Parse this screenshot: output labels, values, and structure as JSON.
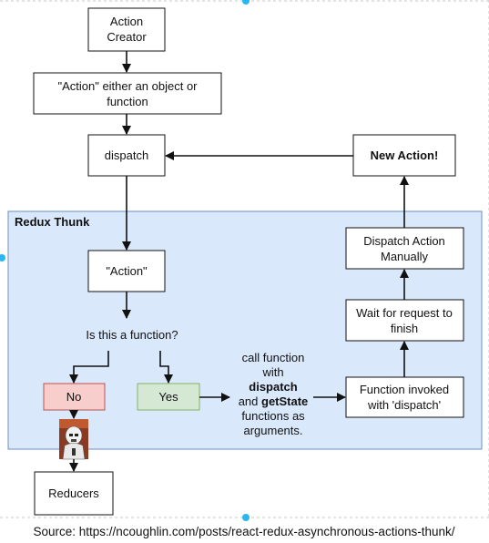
{
  "nodes": {
    "action_creator": [
      "Action",
      "Creator"
    ],
    "action_type": [
      "\"Action\" either an object or",
      "function"
    ],
    "dispatch": "dispatch",
    "new_action": "New Action!",
    "thunk_action": "\"Action\"",
    "question": "Is this a function?",
    "no": "No",
    "yes": "Yes",
    "reducers": "Reducers",
    "call_function": {
      "line1": "call function",
      "line2": "with",
      "line3": "dispatch",
      "line4a": "and ",
      "line4b": "getState",
      "line5": "functions as",
      "line6": "arguments."
    },
    "function_invoked": [
      "Function invoked",
      "with 'dispatch'"
    ],
    "wait_request": [
      "Wait for request to",
      "finish"
    ],
    "dispatch_manual": [
      "Dispatch Action",
      "Manually"
    ]
  },
  "group": {
    "label": "Redux Thunk"
  },
  "source": "Source: https://ncoughlin.com/posts/react-redux-asynchronous-actions-thunk/",
  "colors": {
    "group_fill": "#dae8fc",
    "group_stroke": "#6c8ebf",
    "no_fill": "#f8cecc",
    "no_stroke": "#b85450",
    "yes_fill": "#d5e8d4",
    "yes_stroke": "#82b366",
    "handle": "#29b6f2"
  }
}
